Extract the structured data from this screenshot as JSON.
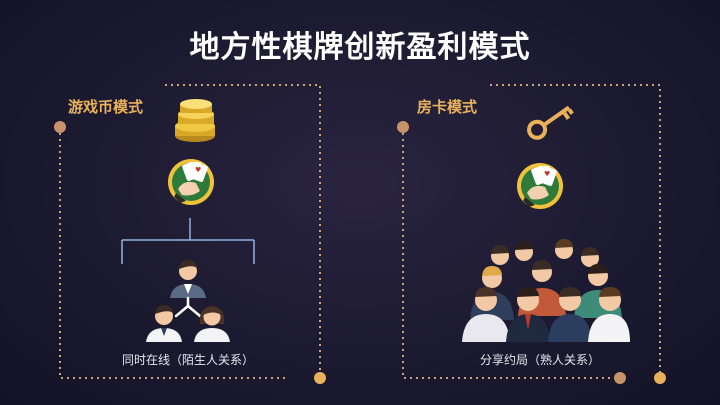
{
  "slide": {
    "title": "地方性棋牌创新盈利模式"
  },
  "left_panel": {
    "title": "游戏币模式",
    "caption": "同时在线（陌生人关系）",
    "icons": [
      "gold-coins-icon",
      "playing-cards-hand-icon",
      "tree-connector-icon",
      "person-icon",
      "person-icon",
      "person-icon"
    ]
  },
  "right_panel": {
    "title": "房卡模式",
    "caption": "分享约局（熟人关系）",
    "icons": [
      "key-icon",
      "playing-cards-hand-icon",
      "crowd-icon"
    ]
  },
  "colors": {
    "accent": "#e9b25a",
    "frame_dot": "#c8936a",
    "frame_line": "#caa27a",
    "background": "#1c1a30"
  }
}
